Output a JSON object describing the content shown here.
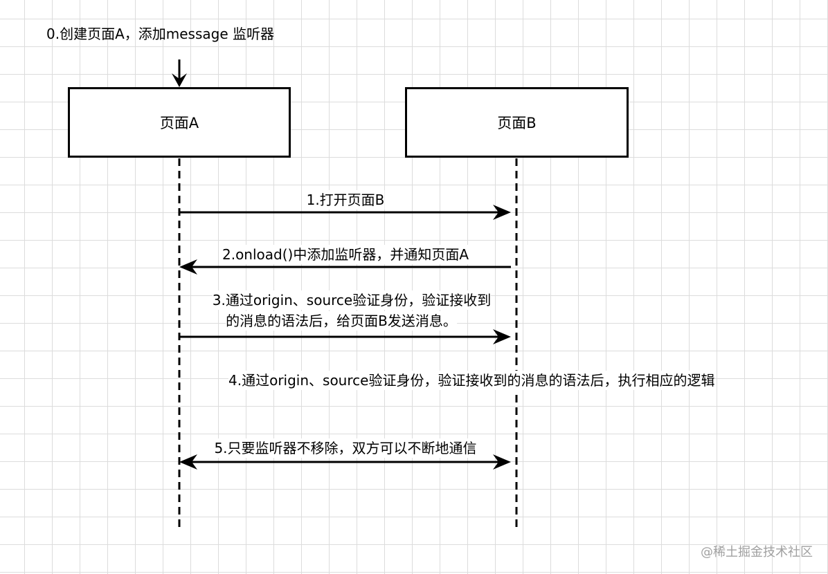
{
  "diagram": {
    "start_note": "0.创建页面A，添加message 监听器",
    "participants": [
      {
        "name": "页面A"
      },
      {
        "name": "页面B"
      }
    ],
    "messages": [
      {
        "label": "1.打开页面B"
      },
      {
        "label": "2.onload()中添加监听器，并通知页面A"
      },
      {
        "label_line1": "3.通过origin、source验证身份，验证接收到",
        "label_line2": "的消息的语法后，给页面B发送消息。"
      },
      {
        "label": "4.通过origin、source验证身份，验证接收到的消息的语法后，执行相应的逻辑"
      },
      {
        "label": "5.只要监听器不移除，双方可以不断地通信"
      }
    ]
  },
  "watermark": "@稀土掘金技术社区"
}
